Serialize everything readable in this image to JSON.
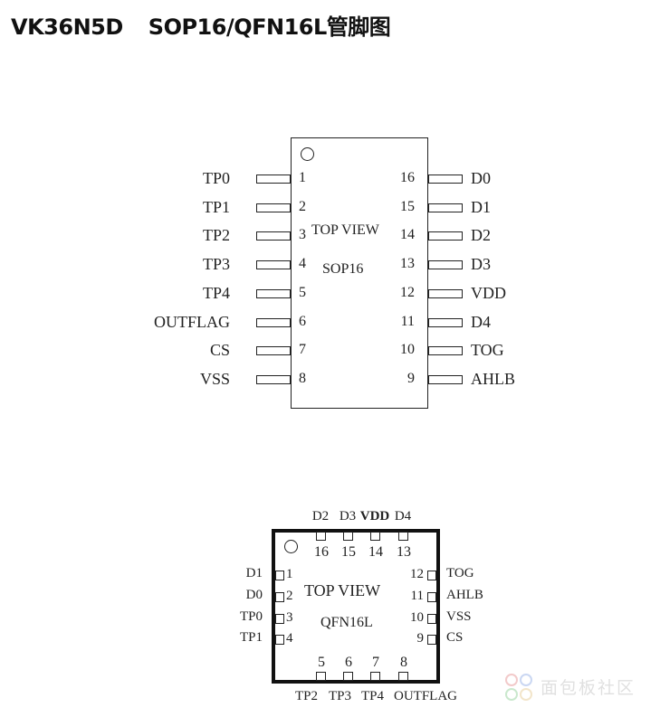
{
  "title": {
    "part": "VK36N5D",
    "package": "SOP16/QFN16L管脚图"
  },
  "sop16": {
    "view": "TOP VIEW",
    "package": "SOP16",
    "left_pins": [
      {
        "num": "1",
        "name": "TP0"
      },
      {
        "num": "2",
        "name": "TP1"
      },
      {
        "num": "3",
        "name": "TP2"
      },
      {
        "num": "4",
        "name": "TP3"
      },
      {
        "num": "5",
        "name": "TP4"
      },
      {
        "num": "6",
        "name": "OUTFLAG"
      },
      {
        "num": "7",
        "name": "CS"
      },
      {
        "num": "8",
        "name": "VSS"
      }
    ],
    "right_pins": [
      {
        "num": "16",
        "name": "D0"
      },
      {
        "num": "15",
        "name": "D1"
      },
      {
        "num": "14",
        "name": "D2"
      },
      {
        "num": "13",
        "name": "D3"
      },
      {
        "num": "12",
        "name": "VDD"
      },
      {
        "num": "11",
        "name": "D4"
      },
      {
        "num": "10",
        "name": "TOG"
      },
      {
        "num": "9",
        "name": "AHLB"
      }
    ]
  },
  "qfn16": {
    "view": "TOP VIEW",
    "package": "QFN16L",
    "top_pins": [
      {
        "num": "16",
        "name": "D2"
      },
      {
        "num": "15",
        "name": "D3"
      },
      {
        "num": "14",
        "name": "VDD"
      },
      {
        "num": "13",
        "name": "D4"
      }
    ],
    "left_pins": [
      {
        "num": "1",
        "name": "D1"
      },
      {
        "num": "2",
        "name": "D0"
      },
      {
        "num": "3",
        "name": "TP0"
      },
      {
        "num": "4",
        "name": "TP1"
      }
    ],
    "right_pins": [
      {
        "num": "12",
        "name": "TOG"
      },
      {
        "num": "11",
        "name": "AHLB"
      },
      {
        "num": "10",
        "name": "VSS"
      },
      {
        "num": "9",
        "name": "CS"
      }
    ],
    "bottom_pins": [
      {
        "num": "5",
        "name": "TP2"
      },
      {
        "num": "6",
        "name": "TP3"
      },
      {
        "num": "7",
        "name": "TP4"
      },
      {
        "num": "8",
        "name": "OUTFLAG"
      }
    ]
  },
  "watermark": {
    "text": "面包板社区",
    "icon": "watermark-logo-icon"
  }
}
